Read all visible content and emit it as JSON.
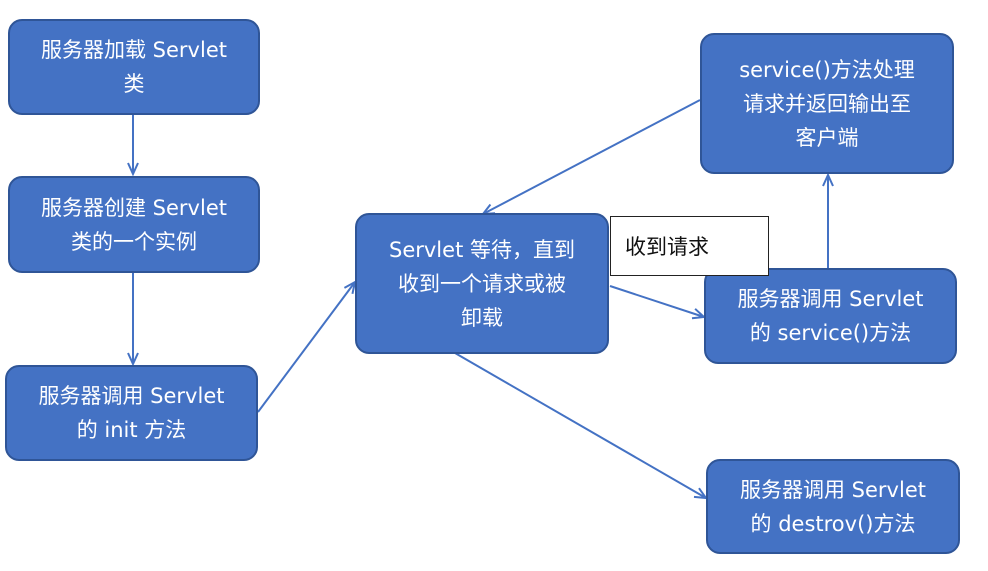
{
  "nodes": {
    "load_class": "服务器加载 Servlet\n类",
    "create_instance": "服务器创建 Servlet\n类的一个实例",
    "call_init": "服务器调用 Servlet\n的 init 方法",
    "wait": "Servlet 等待，直到\n收到一个请求或被\n卸载",
    "service_process": "service()方法处理\n请求并返回输出至\n客户端",
    "call_service": "服务器调用 Servlet\n的 service()方法",
    "call_destroy": "服务器调用 Servlet\n的 destrov()方法"
  },
  "edge_label": "收到请求",
  "colors": {
    "box_fill": "#4472c4",
    "box_border": "#2f5597",
    "arrow": "#4472c4"
  }
}
